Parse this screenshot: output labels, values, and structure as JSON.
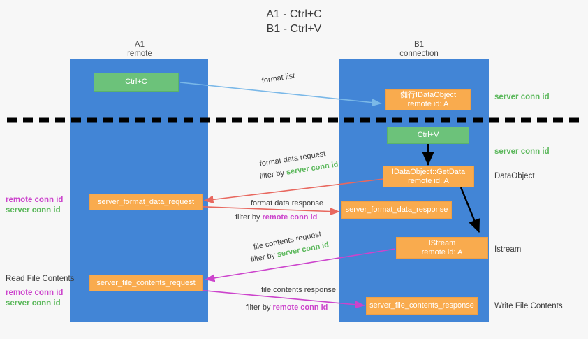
{
  "title": {
    "line1": "A1 - Ctrl+C",
    "line2": "B1 - Ctrl+V"
  },
  "colors": {
    "lane": "#4285d6",
    "green_box": "#6cc27a",
    "orange_box": "#f9ab4e",
    "server_conn_id": "#5cb85c",
    "remote_conn_id": "#cc44cc",
    "arrow_format": "#e8685f",
    "arrow_file": "#cc44cc",
    "arrow_clipboard": "#7ab8e8",
    "arrow_internal": "#000000",
    "divider": "#000000"
  },
  "lanes": [
    {
      "name": "A1",
      "sub": "remote"
    },
    {
      "name": "B1",
      "sub": "connection"
    }
  ],
  "boxes": {
    "ctrl_c": "Ctrl+C",
    "ctrl_v": "Ctrl+V",
    "idataobject": {
      "line1": "侞行IDataObject",
      "line2": "remote id: A"
    },
    "getdata": {
      "line1": "IDataObject::GetData",
      "line2": "remote id: A"
    },
    "istream": {
      "line1": "IStream",
      "line2": "remote id: A"
    },
    "server_format_data_request": "server_format_data_request",
    "server_format_data_response": "server_format_data_response",
    "server_file_contents_request": "server_file_contents_request",
    "server_file_contents_response": "server_file_contents_response"
  },
  "edge_labels": {
    "format_list": "format list",
    "format_data_request": "format data request",
    "format_data_request_filter_prefix": "filter by ",
    "format_data_request_filter_value": "server conn id",
    "format_data_response": "format data response",
    "format_data_response_filter_prefix": "filter by ",
    "format_data_response_filter_value": "remote conn id",
    "file_contents_request": "file contents request",
    "file_contents_request_filter_prefix": "filter by ",
    "file_contents_request_filter_value": "server conn id",
    "file_contents_response": "file contents response",
    "file_contents_response_filter_prefix": "filter by ",
    "file_contents_response_filter_value": "remote conn id"
  },
  "right_annotations": [
    {
      "text": "server conn id",
      "style": "green"
    },
    {
      "text": "server conn id",
      "style": "green"
    },
    {
      "text": "DataObject",
      "style": "plain"
    },
    {
      "text": "Istream",
      "style": "plain"
    },
    {
      "text": "Write File Contents",
      "style": "plain"
    }
  ],
  "left_annotations": {
    "group1": [
      {
        "text": "remote conn id",
        "style": "magenta"
      },
      {
        "text": "server conn id",
        "style": "green"
      }
    ],
    "read_file_contents": "Read File Contents",
    "group2": [
      {
        "text": "remote conn id",
        "style": "magenta"
      },
      {
        "text": "server conn id",
        "style": "green"
      }
    ]
  }
}
